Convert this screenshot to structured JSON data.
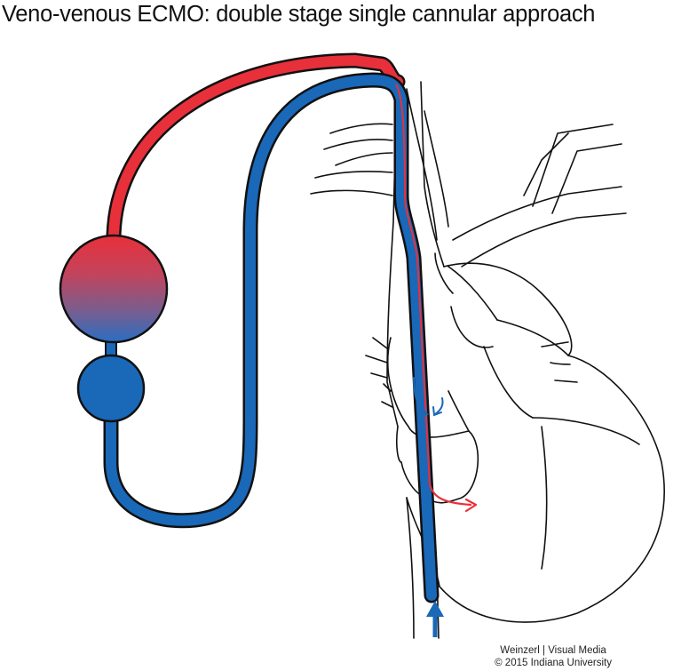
{
  "title": "Veno-venous ECMO: double stage single cannular approach",
  "credit": {
    "line1": "Weinzerl | Visual Media",
    "line2": "© 2015 Indiana University"
  },
  "colors": {
    "oxygenated": "#e8303a",
    "deoxygenated": "#1a68b8",
    "outline": "#111111"
  }
}
